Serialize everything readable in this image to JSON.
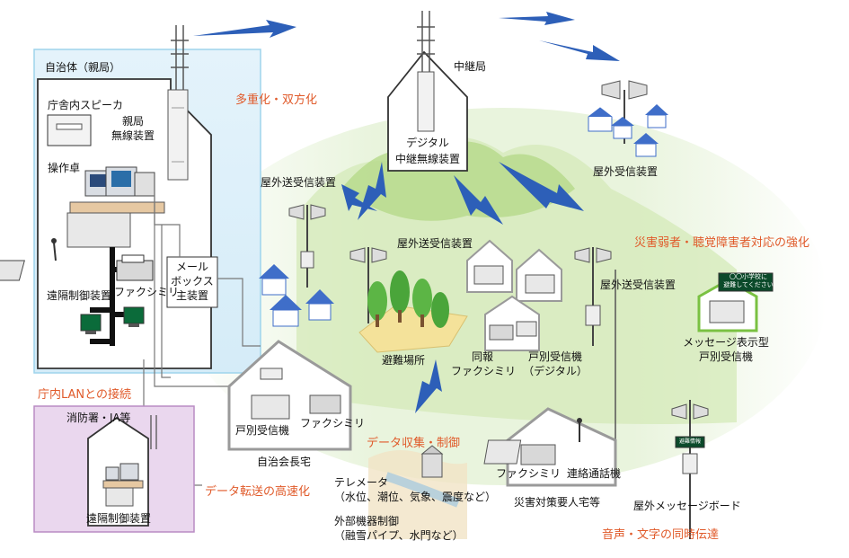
{
  "labels": {
    "municipality": "自治体（親局）",
    "office_speaker": "庁舎内スピーカ",
    "parent_radio_1": "親局",
    "parent_radio_2": "無線装置",
    "console": "操作卓",
    "remote_control": "遠隔制御装置",
    "facsimile_left": "ファクシミリ",
    "mailbox_1": "メール",
    "mailbox_2": "ボックス",
    "mailbox_3": "主装置",
    "multiplex": "多重化・双方化",
    "relay_station": "中継局",
    "digital_relay_1": "デジタル",
    "digital_relay_2": "中継無線装置",
    "outdoor_receiver_top": "屋外受信装置",
    "outdoor_tx_1": "屋外送受信装置",
    "outdoor_tx_2": "屋外送受信装置",
    "outdoor_tx_3": "屋外送受信装置",
    "vulnerable": "災害弱者・聴覚障害者対応の強化",
    "msg_receiver_1": "メッセージ表示型",
    "msg_receiver_2": "戸別受信機",
    "board_text_1": "〇〇小学校に",
    "board_text_2": "避難してください",
    "evacuation": "避難場所",
    "broadcast_fax_1": "同報",
    "broadcast_fax_2": "ファクシミリ",
    "house_receiver_1": "戸別受信機",
    "house_receiver_2": "（デジタル）",
    "lan": "庁内LANとの接続",
    "fire_dept": "消防署・JA等",
    "remote_control_2": "遠隔制御装置",
    "data_transfer": "データ転送の高速化",
    "chief_home": "自治会長宅",
    "house_receiver_left": "戸別受信機",
    "facsimile_chief": "ファクシミリ",
    "data_collect": "データ収集・制御",
    "telemeter_1": "テレメータ",
    "telemeter_2": "（水位、潮位、気象、震度など）",
    "ext_ctrl_1": "外部機器制御",
    "ext_ctrl_2": "（融雪パイプ、水門など）",
    "facsimile_disaster": "ファクシミリ",
    "contact_phone": "連絡通話機",
    "disaster_home": "災害対策要人宅等",
    "outdoor_board": "屋外メッセージボード",
    "board_sign": "避難情報",
    "voice_text": "音声・文字の同時伝達"
  },
  "colors": {
    "accent_red": "#e05a2a",
    "panel_blue": "#e8f4fb",
    "panel_purple": "#ead7ee",
    "hill_green": "#b7da8b",
    "roof_blue": "#3f6ec9",
    "lightning": "#2d5fb8",
    "house_outline": "#8c8c8c"
  }
}
